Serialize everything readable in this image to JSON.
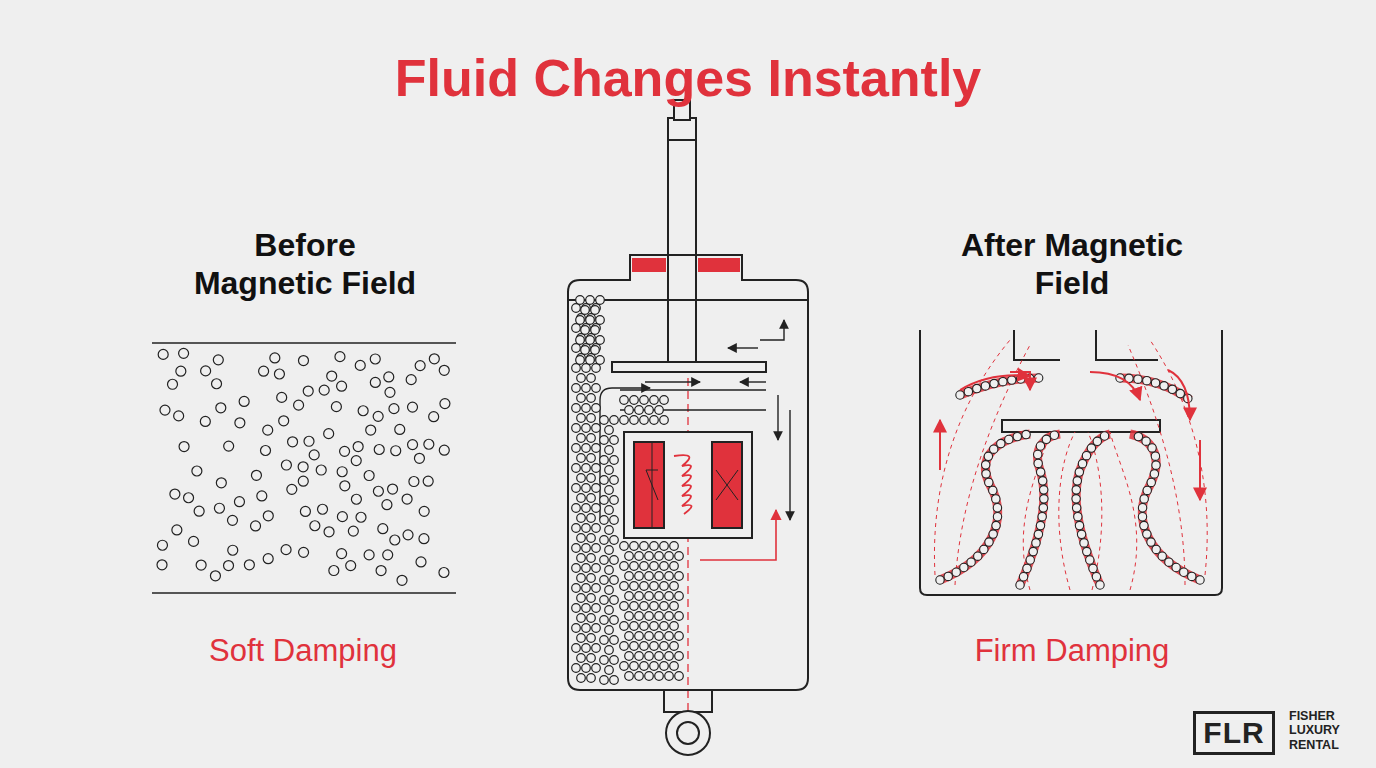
{
  "diagram": {
    "title": "Fluid Changes Instantly",
    "nodes": [
      {
        "text": [
          "FLR"
        ]
      }
    ],
    "edges": [],
    "labels": [
      "Before Magnetic Field",
      "Soft Damping",
      "After Magnetic Field",
      "Firm Damping",
      "FISHER LUXURY RENTAL"
    ]
  }
}
